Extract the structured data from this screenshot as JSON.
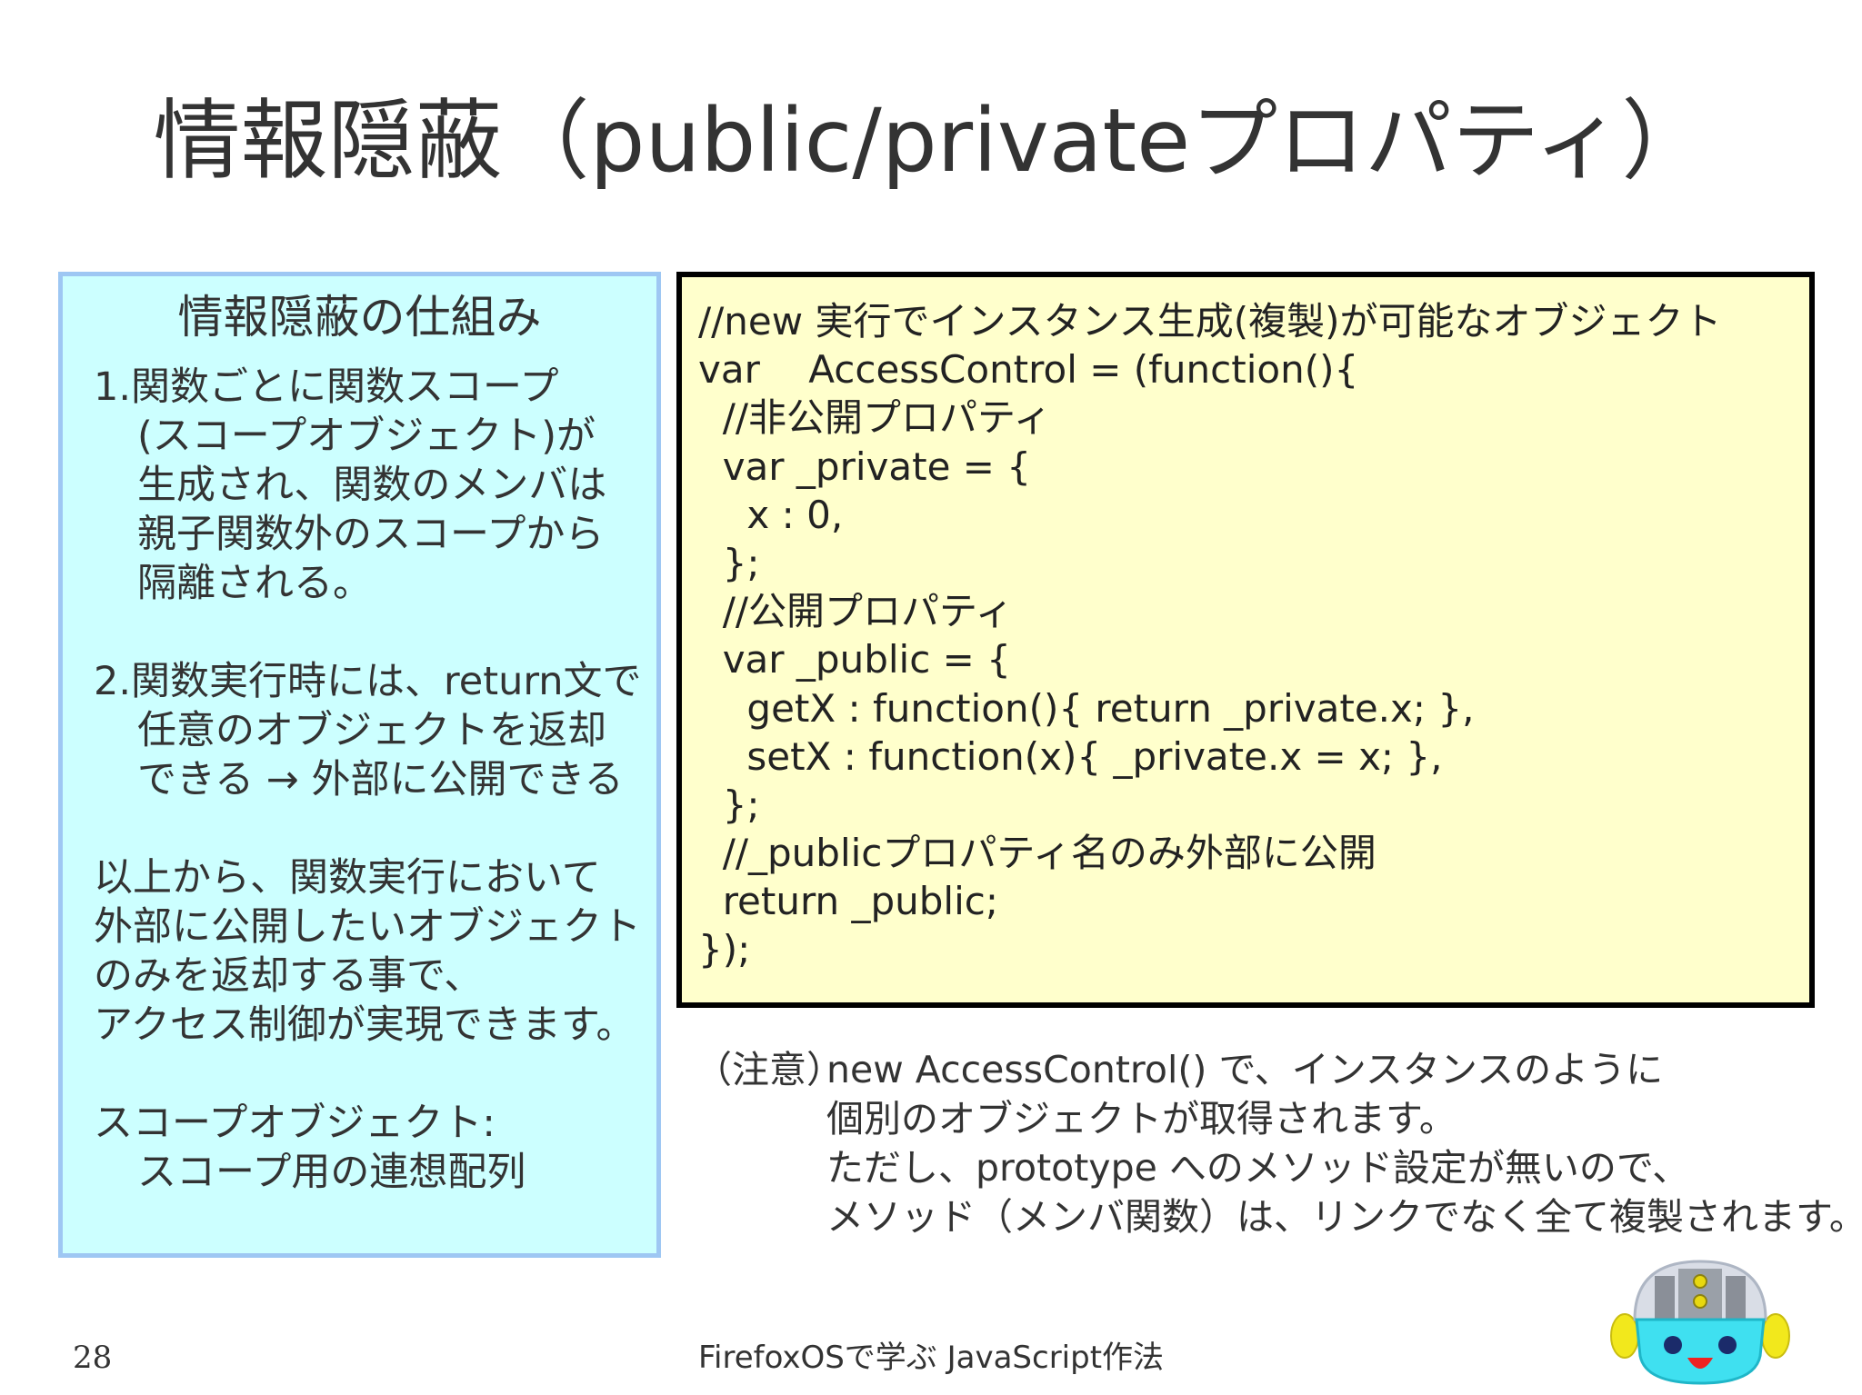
{
  "slide": {
    "title": "情報隠蔽（public/privateプロパティ）",
    "page_number": "28",
    "footer": "FirefoxOSで学ぶ JavaScript作法"
  },
  "left_panel": {
    "heading": "情報隠蔽の仕組み",
    "lines": [
      "1.関数ごとに関数スコープ",
      "(スコープオブジェクト)が",
      "生成され、関数のメンバは",
      "親子関数外のスコープから",
      "隔離される。",
      "",
      "2.関数実行時には、return文で",
      "任意のオブジェクトを返却",
      "できる → 外部に公開できる",
      "",
      "以上から、関数実行において",
      "外部に公開したいオブジェクト",
      "のみを返却する事で、",
      "アクセス制御が実現できます。",
      "",
      "スコープオブジェクト:",
      "スコープ用の連想配列"
    ]
  },
  "code_box": {
    "lines": [
      "//new 実行でインスタンス生成(複製)が可能なオブジェクト",
      "var    AccessControl = (function(){",
      "  //非公開プロパティ",
      "  var _private = {",
      "    x : 0,",
      "  };",
      "  //公開プロパティ",
      "  var _public = {",
      "    getX : function(){ return _private.x; },",
      "    setX : function(x){ _private.x = x; },",
      "  };",
      "  //_publicプロパティ名のみ外部に公開",
      "  return _public;",
      "});"
    ]
  },
  "note": {
    "prefix": "（注意）",
    "lines": [
      "new AccessControl() で、インスタンスのように",
      "個別のオブジェクトが取得されます。",
      "ただし、prototype へのメソッド設定が無いので、",
      "メソッド（メンバ関数）は、リンクでなく全て複製されます。"
    ]
  },
  "colors": {
    "left_panel_bg": "#ccffff",
    "left_panel_border": "#9ec7f3",
    "code_bg": "#ffffcc",
    "code_border": "#000000"
  }
}
